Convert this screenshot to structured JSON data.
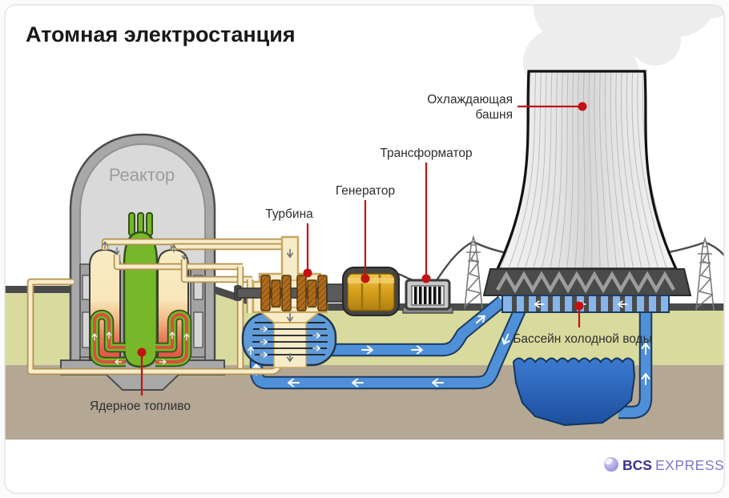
{
  "title": "Атомная электростанция",
  "labels": {
    "reactor": "Реактор",
    "turbine": "Турбина",
    "generator": "Генератор",
    "transformer": "Трансформатор",
    "cooling_tower_line1": "Охлаждающая",
    "cooling_tower_line2": "башня",
    "nuclear_fuel": "Ядерное топливо",
    "cold_water_pool": "Бассейн холодной воды"
  },
  "colors": {
    "leader_red": "#c41212",
    "grass_green": "#d9db9e",
    "soil_tan": "#b4a895",
    "pipe_blue": "#4f90d9",
    "steam_cream": "#f7ecca",
    "fuel_green": "#76b82a",
    "generator_gold": "#d9a21d",
    "brand_dark": "#3a3191",
    "brand_light": "#7d76ca"
  },
  "brand": {
    "bold": "BCS",
    "light": "EXPRESS"
  }
}
